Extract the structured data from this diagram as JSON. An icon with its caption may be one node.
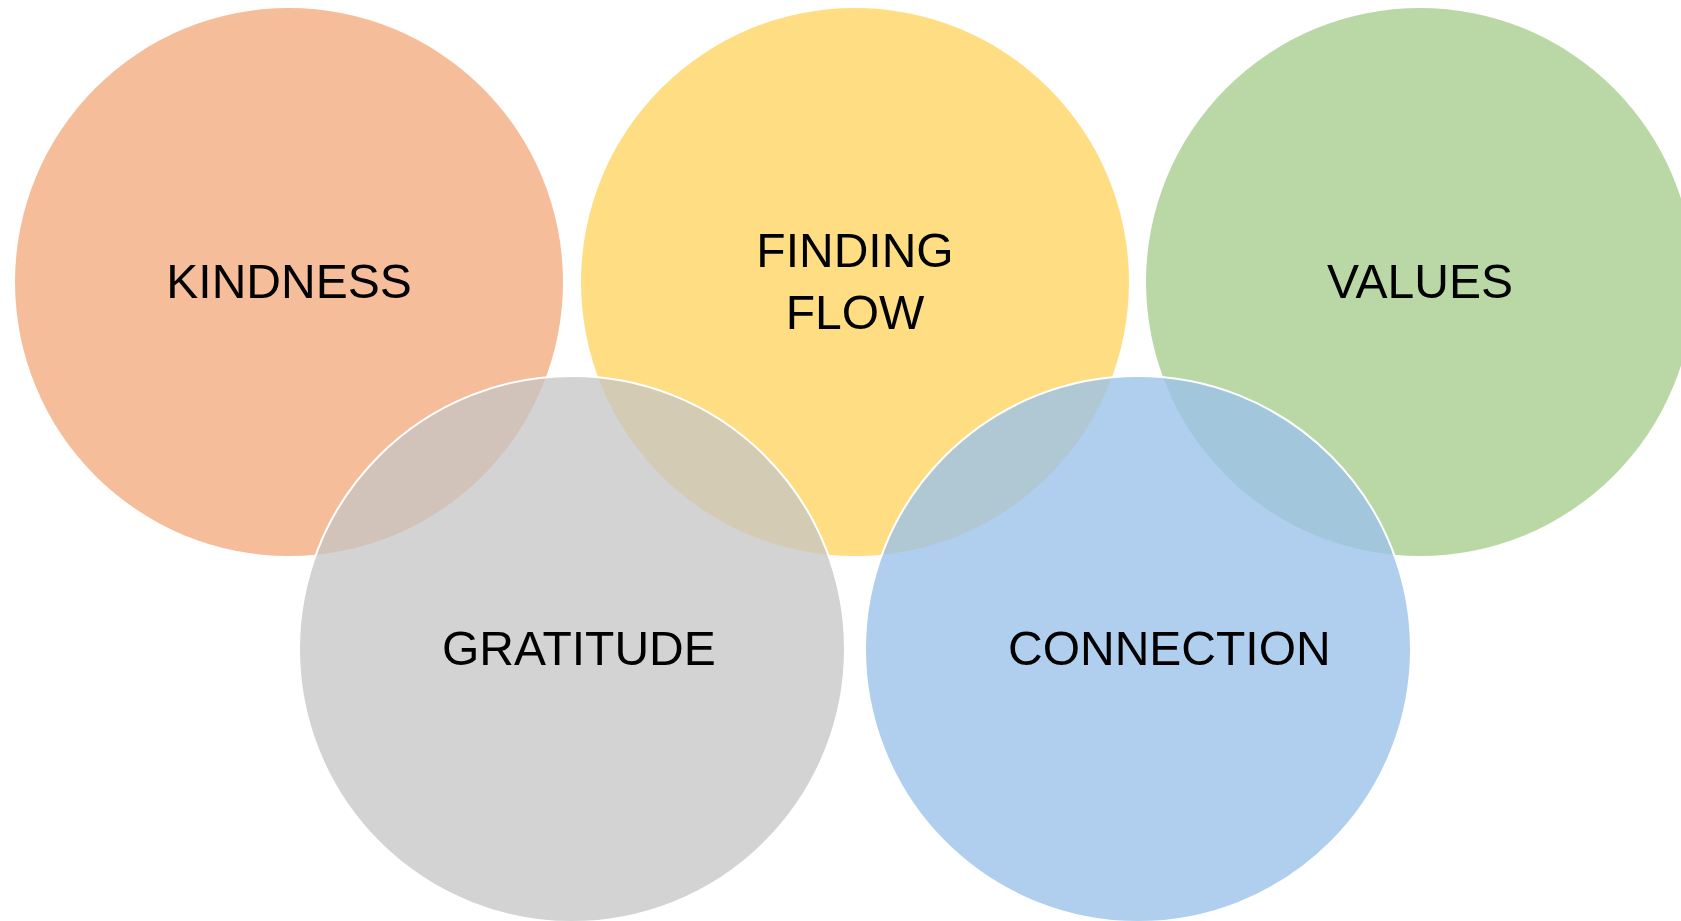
{
  "diagram": {
    "nodes": [
      {
        "text": [
          "KINDNESS"
        ]
      },
      {
        "text": [
          "FINDING FLOW"
        ]
      },
      {
        "text": [
          "VALUES"
        ]
      },
      {
        "text": [
          "GRATITUDE"
        ]
      },
      {
        "text": [
          "CONNECTION"
        ]
      }
    ]
  }
}
